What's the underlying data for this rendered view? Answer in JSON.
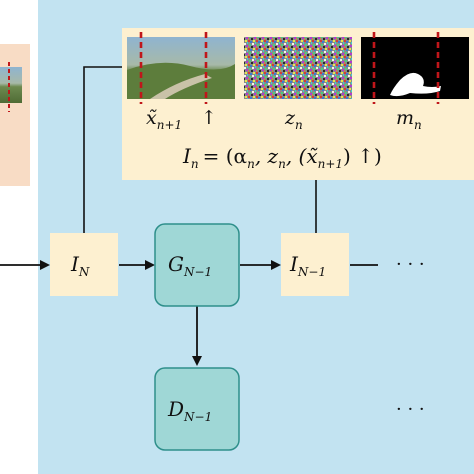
{
  "colors": {
    "panel_bg": "#c2e3f1",
    "input_box": "#fdf0d0",
    "net_box": "#9fd7d6",
    "net_border": "#2e8f8b",
    "left_panel": "#f8dcc5",
    "dash": "#c0161a"
  },
  "inputs_panel": {
    "images": [
      {
        "id": "prev-scale-image",
        "kind": "landscape"
      },
      {
        "id": "noise-image",
        "kind": "noise"
      },
      {
        "id": "mask-image",
        "kind": "mask"
      }
    ],
    "labels": {
      "x": "x̃",
      "x_sub": "n+1",
      "x_arrow": "↑",
      "z": "z",
      "z_sub": "n",
      "m": "m",
      "m_sub": "n"
    },
    "formula": {
      "lhs": "I",
      "lhs_sub": "n",
      "rhs": "= (α",
      "rhs_sub": "n",
      "rest": ", z",
      "rest_sub": "n",
      "tail": ", (x̃",
      "tail_sub": "n+1",
      "end": ") ↑)"
    }
  },
  "nodes": {
    "input_N": {
      "main": "I",
      "sub": "N"
    },
    "generator": {
      "main": "G",
      "sub": "N−1"
    },
    "input_N1": {
      "main": "I",
      "sub": "N−1"
    },
    "discriminator": {
      "main": "D",
      "sub": "N−1"
    }
  },
  "ellipsis": "· · ·"
}
